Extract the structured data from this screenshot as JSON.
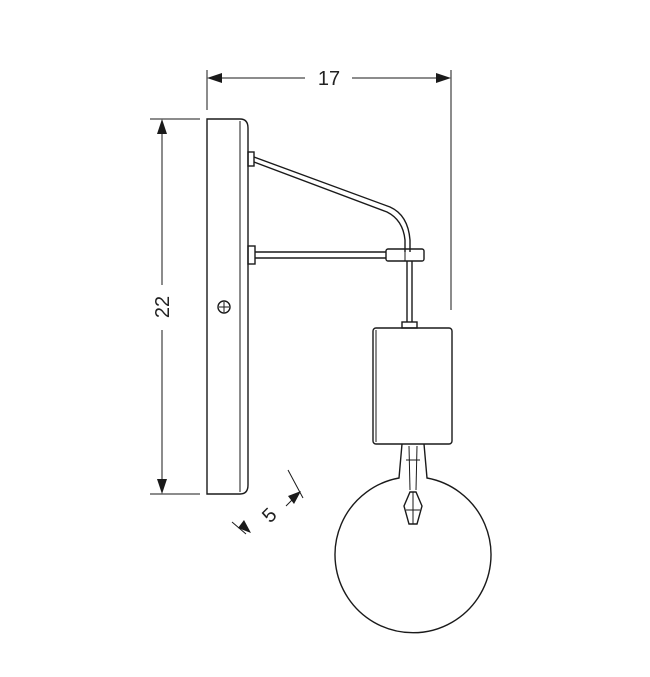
{
  "dimensions": {
    "width_label": "17",
    "height_label": "22",
    "depth_label": "5"
  },
  "colors": {
    "line": "#1a1a1a",
    "background": "#ffffff"
  }
}
